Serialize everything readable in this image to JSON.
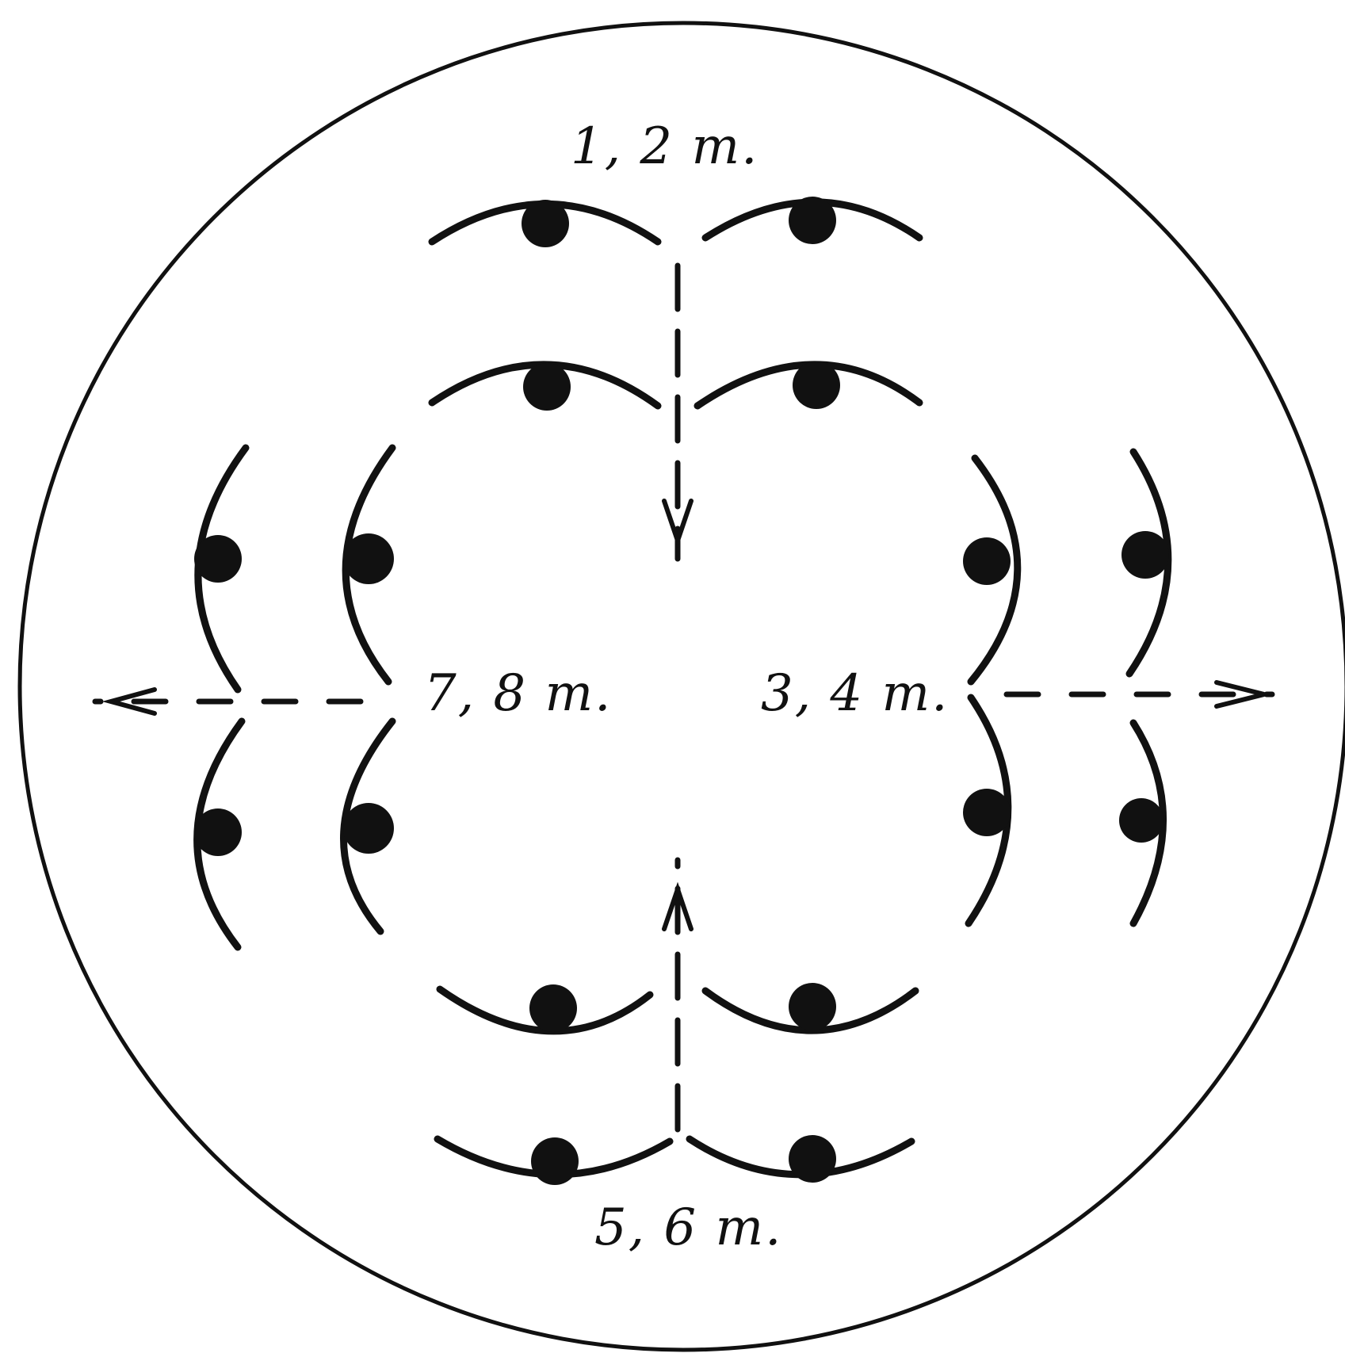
{
  "labels": {
    "top": "1, 2 m.",
    "left": "7, 8 m.",
    "right": "3, 4 m.",
    "bottom": "5, 6 m."
  },
  "colors": {
    "ink": "#111111",
    "background": "#ffffff"
  }
}
